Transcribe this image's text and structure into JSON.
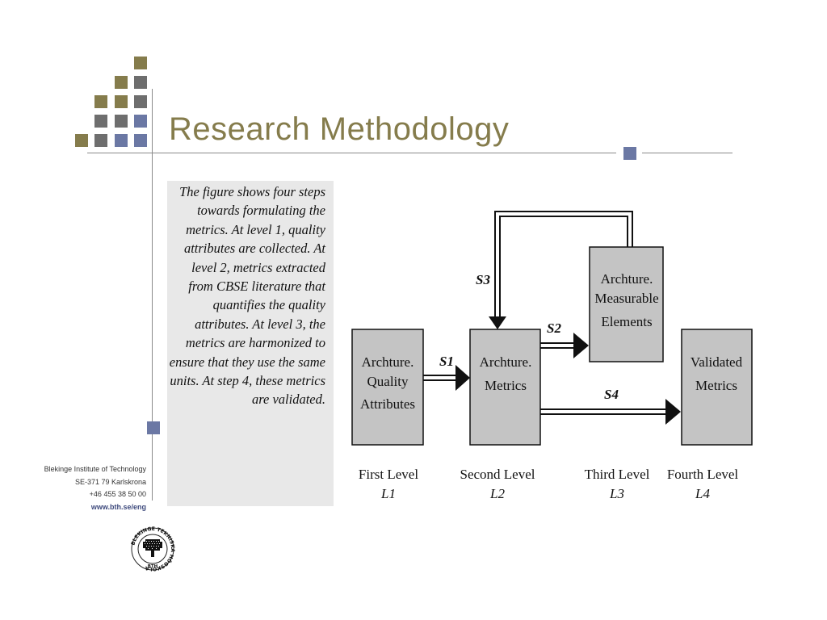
{
  "slide": {
    "title": "Research Methodology",
    "description": "The figure shows four steps towards formulating the metrics. At level 1, quality attributes are collected. At level 2, metrics extracted from CBSE literature that quantifies the quality attributes. At level 3, the metrics are harmonized to ensure that they use the same units. At step 4, these metrics are validated."
  },
  "footer": {
    "institution": "Blekinge Institute of Technology",
    "address": "SE-371 79 Karlskrona",
    "phone": "+46 455 38 50 00",
    "url": "www.bth.se/eng"
  },
  "logo": {
    "ring_text": "BLEKINGE TEKNISKA HÖGSKOLA",
    "abbrev": "BTH"
  },
  "diagram": {
    "boxes": [
      {
        "id": "quality",
        "lines": [
          "Archture.",
          "Quality",
          "Attributes"
        ]
      },
      {
        "id": "metrics",
        "lines": [
          "Archture.",
          "Metrics"
        ]
      },
      {
        "id": "measurable",
        "lines": [
          "Archture.",
          "Measurable",
          "Elements"
        ]
      },
      {
        "id": "validated",
        "lines": [
          "Validated",
          "Metrics"
        ]
      }
    ],
    "steps": [
      "S1",
      "S2",
      "S3",
      "S4"
    ],
    "levels": [
      {
        "name": "First Level",
        "code": "L1"
      },
      {
        "name": "Second Level",
        "code": "L2"
      },
      {
        "name": "Third Level",
        "code": "L3"
      },
      {
        "name": "Fourth Level",
        "code": "L4"
      }
    ]
  },
  "colors": {
    "olive": "#857c4c",
    "grey": "#6e6e6e",
    "blue": "#6b78a4",
    "box_fill": "#c4c4c4",
    "panel_bg": "#e8e8e8"
  }
}
